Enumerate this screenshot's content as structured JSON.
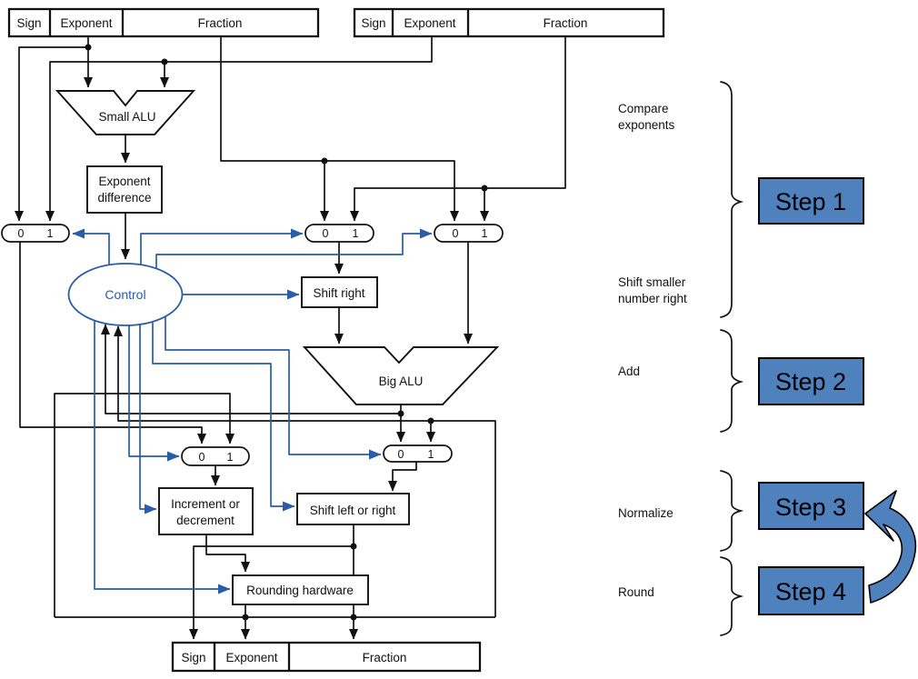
{
  "colors": {
    "wire_black": "#111111",
    "wire_blue": "#2a5ca8",
    "control_blue": "#2a5ca8",
    "step_fill": "#4f81bd",
    "step_border": "#000000",
    "loop_arrow_fill": "#4f81bd",
    "background": "#ffffff"
  },
  "registers": {
    "top_left": {
      "cells": [
        "Sign",
        "Exponent",
        "Fraction"
      ]
    },
    "top_right": {
      "cells": [
        "Sign",
        "Exponent",
        "Fraction"
      ]
    },
    "result": {
      "cells": [
        "Sign",
        "Exponent",
        "Fraction"
      ]
    }
  },
  "mux": {
    "zero": "0",
    "one": "1"
  },
  "nodes": {
    "small_alu": "Small ALU",
    "exponent_difference": {
      "line1": "Exponent",
      "line2": "difference"
    },
    "control": "Control",
    "shift_right": "Shift right",
    "big_alu": "Big ALU",
    "increment_decrement": {
      "line1": "Increment or",
      "line2": "decrement"
    },
    "shift_left_right": "Shift left or right",
    "rounding_hardware": "Rounding hardware"
  },
  "annotations": {
    "compare": {
      "line1": "Compare",
      "line2": "exponents"
    },
    "shift_smaller": {
      "line1": "Shift smaller",
      "line2": "number right"
    },
    "add": "Add",
    "normalize": "Normalize",
    "round": "Round"
  },
  "steps": [
    {
      "label": "Step 1"
    },
    {
      "label": "Step 2"
    },
    {
      "label": "Step 3"
    },
    {
      "label": "Step 4"
    }
  ]
}
